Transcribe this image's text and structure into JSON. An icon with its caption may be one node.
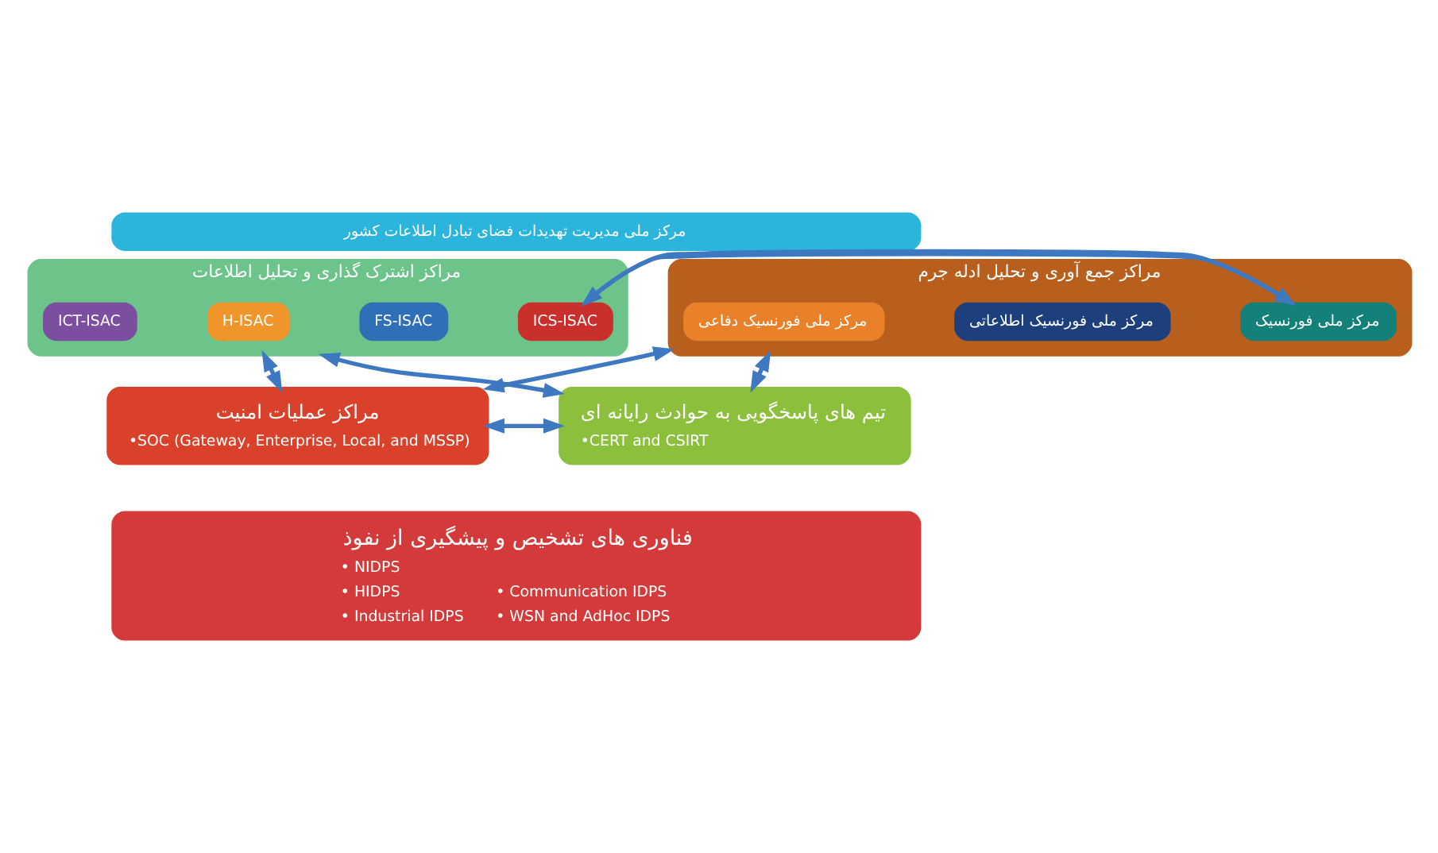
{
  "diagram": {
    "nodes": [
      {
        "text": [
          "مرکز ملی مدیریت تهدیدات فضای تبادل اطلاعات کشور"
        ]
      },
      {
        "text": [
          "مراکز اشترک گذاری و تحلیل اطلاعات"
        ]
      },
      {
        "text": [
          "ICT-ISAC"
        ],
        "in": 1
      },
      {
        "text": [
          "H-ISAC"
        ],
        "in": 1
      },
      {
        "text": [
          "FS-ISAC"
        ],
        "in": 1
      },
      {
        "text": [
          "ICS-ISAC"
        ],
        "in": 1
      },
      {
        "text": [
          "مراکز جمع آوری و تحلیل ادله جرم"
        ]
      },
      {
        "text": [
          "مرکز ملی فورنسیک"
        ],
        "in": 6
      },
      {
        "text": [
          "مرکز ملی فورنسیک دفاعی"
        ],
        "in": 6
      },
      {
        "text": [
          "مرکز ملی فورنسیک اطلاعاتی"
        ],
        "in": 6
      },
      {
        "text": [
          "مراکز عملیات امنیت",
          "•SOC (Gateway, Enterprise, Local, and MSSP)"
        ]
      },
      {
        "text": [
          "تیم های پاسخگویی به حوادث رایانه ای",
          "•CERT and CSIRT"
        ]
      },
      {
        "text": [
          "فناوری های تشخیص و پیشگیری از نفوذ",
          "• NIDPS",
          "• HIDPS",
          "• Industrial IDPS",
          "• Communication IDPS",
          "• WSN and AdHoc IDPS"
        ]
      }
    ],
    "edges": [
      {
        "from": 1,
        "to": 6,
        "arrow": "both"
      },
      {
        "from": 1,
        "to": 10,
        "arrow": "both"
      },
      {
        "from": 6,
        "to": 11,
        "arrow": "both"
      },
      {
        "from": 1,
        "to": 11,
        "arrow": "both"
      },
      {
        "from": 6,
        "to": 10,
        "arrow": "both"
      },
      {
        "from": 10,
        "to": 11,
        "arrow": "both"
      }
    ]
  }
}
